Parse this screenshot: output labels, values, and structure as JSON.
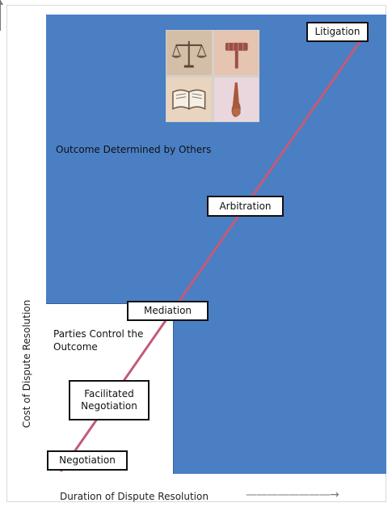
{
  "diagram": {
    "steps": [
      {
        "key": "litigation",
        "label": "Litigation"
      },
      {
        "key": "arbitration",
        "label": "Arbitration"
      },
      {
        "key": "mediation",
        "label": "Mediation"
      },
      {
        "key": "facilitated-negotiation",
        "label": "Facilitated Negotiation"
      },
      {
        "key": "negotiation",
        "label": "Negotiation"
      }
    ],
    "regions": {
      "others": "Outcome Determined by Others",
      "parties": "Parties Control the Outcome"
    },
    "axes": {
      "x": "Duration of Dispute Resolution",
      "y": "Cost of Dispute Resolution"
    },
    "colors": {
      "background": "#4a7fc4",
      "diagonal": "#c55a7a",
      "box_fill": "#ffffff",
      "box_border": "#111111"
    },
    "illustration_icons": [
      "scales-of-justice-icon",
      "gavel-icon",
      "open-book-icon",
      "scroll-icon"
    ]
  }
}
